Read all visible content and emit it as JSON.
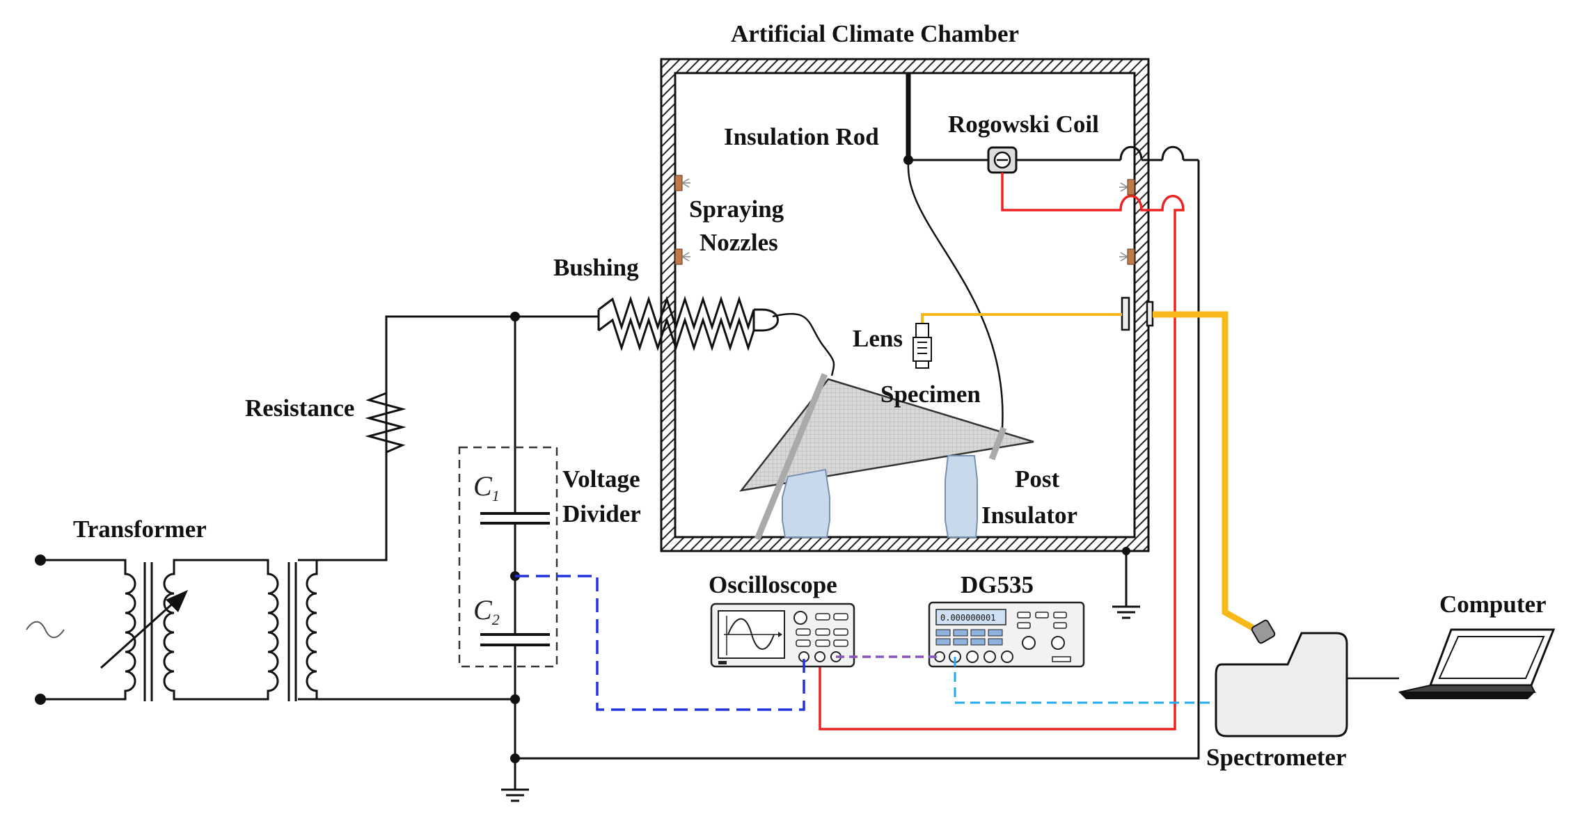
{
  "labels": {
    "chamber": "Artificial Climate Chamber",
    "insulation_rod": "Insulation Rod",
    "rogowski_coil": "Rogowski Coil",
    "spraying_line1": "Spraying",
    "spraying_line2": "Nozzles",
    "bushing": "Bushing",
    "lens": "Lens",
    "specimen": "Specimen",
    "resistance": "Resistance",
    "voltage_line1": "Voltage",
    "voltage_line2": "Divider",
    "post_line1": "Post",
    "post_line2": "Insulator",
    "transformer": "Transformer",
    "oscilloscope": "Oscilloscope",
    "dg535": "DG535",
    "computer": "Computer",
    "spectrometer": "Spectrometer",
    "c1": "C",
    "c1_sub": "1",
    "c2": "C",
    "c2_sub": "2",
    "ac_symbol": "~",
    "dg_display": "0.000000001"
  },
  "colors": {
    "red_wire": "#ee2222",
    "yellow_fiber": "#f7b81a",
    "blue_dashed": "#2233dd",
    "cyan_dashed": "#22aaee",
    "purple_dashed": "#8855bb",
    "insulator_fill": "#c9d9ec"
  },
  "icons": [
    "ground-icon",
    "ac-source-icon",
    "camera-lens-icon",
    "laptop-icon"
  ]
}
